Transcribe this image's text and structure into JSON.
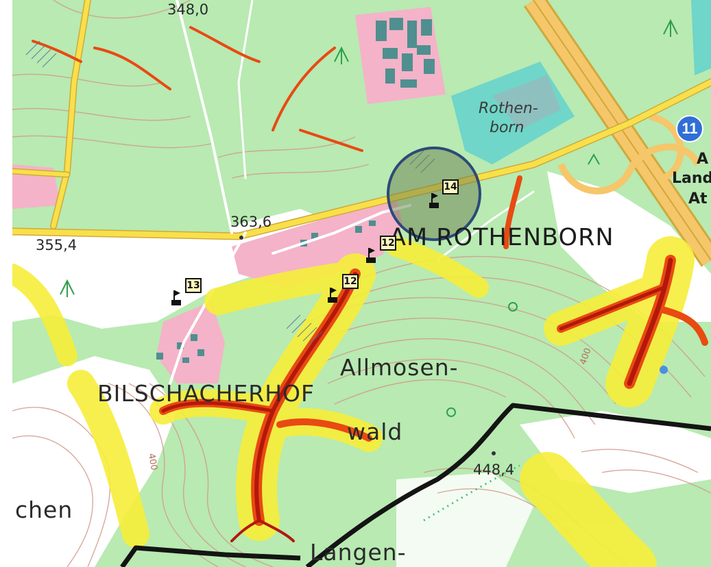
{
  "map": {
    "place_labels": {
      "rothenborn_line1": "Rothen-",
      "rothenborn_line2": "born",
      "am_rothenborn": "AM ROTHENBORN",
      "bilschacherhof": "BILSCHACHERHOF",
      "allmosen": "Allmosen-",
      "wald": "wald",
      "chen": "chen",
      "langen": "Langen-"
    },
    "spot_heights": {
      "h1": "348,0",
      "h2": "363,6",
      "h3": "355,4",
      "h4": "448,4"
    },
    "contour_labels": {
      "c1": "400",
      "c2": "400"
    },
    "partial_labels": {
      "a": "A",
      "land": "Land",
      "at": "At"
    },
    "route_badge": "11",
    "markers": [
      {
        "label": "14"
      },
      {
        "label": "12"
      },
      {
        "label": "12"
      },
      {
        "label": "13"
      }
    ],
    "colors": {
      "forest": "#b8eab2",
      "open_land": "#ffffff",
      "settlement": "#f4b3c8",
      "building": "#4f8f90",
      "industrial": "#6fd6c9",
      "road": "#f9e04a",
      "road_edge": "#cfa93a",
      "motorway": "#f6c66a",
      "boundary": "#141414",
      "contour": "#d39a8a",
      "flow_high": "#b3180b",
      "flow_med": "#e84a12",
      "flow_low": "#f7ee3a",
      "highlight_circle": "#2c4a78"
    }
  }
}
